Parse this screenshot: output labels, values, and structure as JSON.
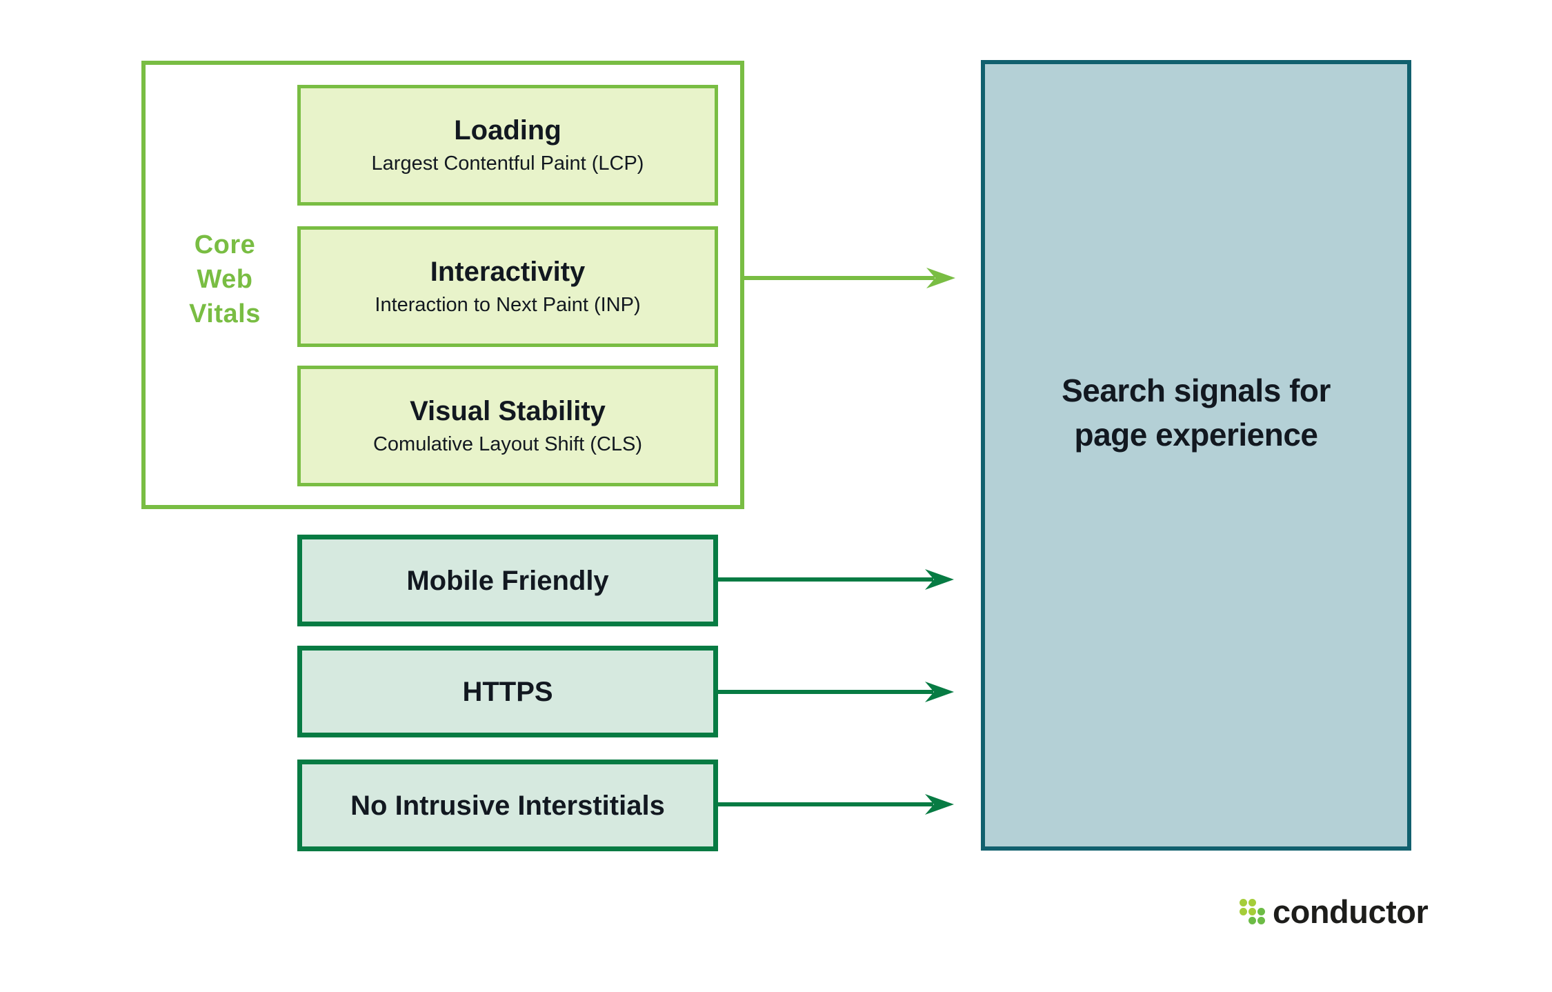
{
  "colors": {
    "bright_green": "#79bd43",
    "light_green_fill": "#e8f3ca",
    "dark_green": "#077b43",
    "teal_fill": "#d6e9df",
    "blue_border": "#11606e",
    "blue_fill": "#b4d0d6",
    "text_dark": "#121820",
    "logo_dot_light": "#a5cd39",
    "logo_dot_dark": "#6cbb45"
  },
  "core_web_vitals": {
    "label_line1": "Core",
    "label_line2": "Web",
    "label_line3": "Vitals",
    "boxes": [
      {
        "title": "Loading",
        "subtitle": "Largest Contentful Paint (LCP)"
      },
      {
        "title": "Interactivity",
        "subtitle": "Interaction to Next Paint (INP)"
      },
      {
        "title": "Visual Stability",
        "subtitle": "Comulative Layout Shift (CLS)"
      }
    ]
  },
  "signals": [
    {
      "title": "Mobile Friendly"
    },
    {
      "title": "HTTPS"
    },
    {
      "title": "No Intrusive Interstitials"
    }
  ],
  "result_box": {
    "line1": "Search signals for",
    "line2": "page experience"
  },
  "logo": {
    "text": "conductor",
    "mark": "dots-grid-icon"
  }
}
